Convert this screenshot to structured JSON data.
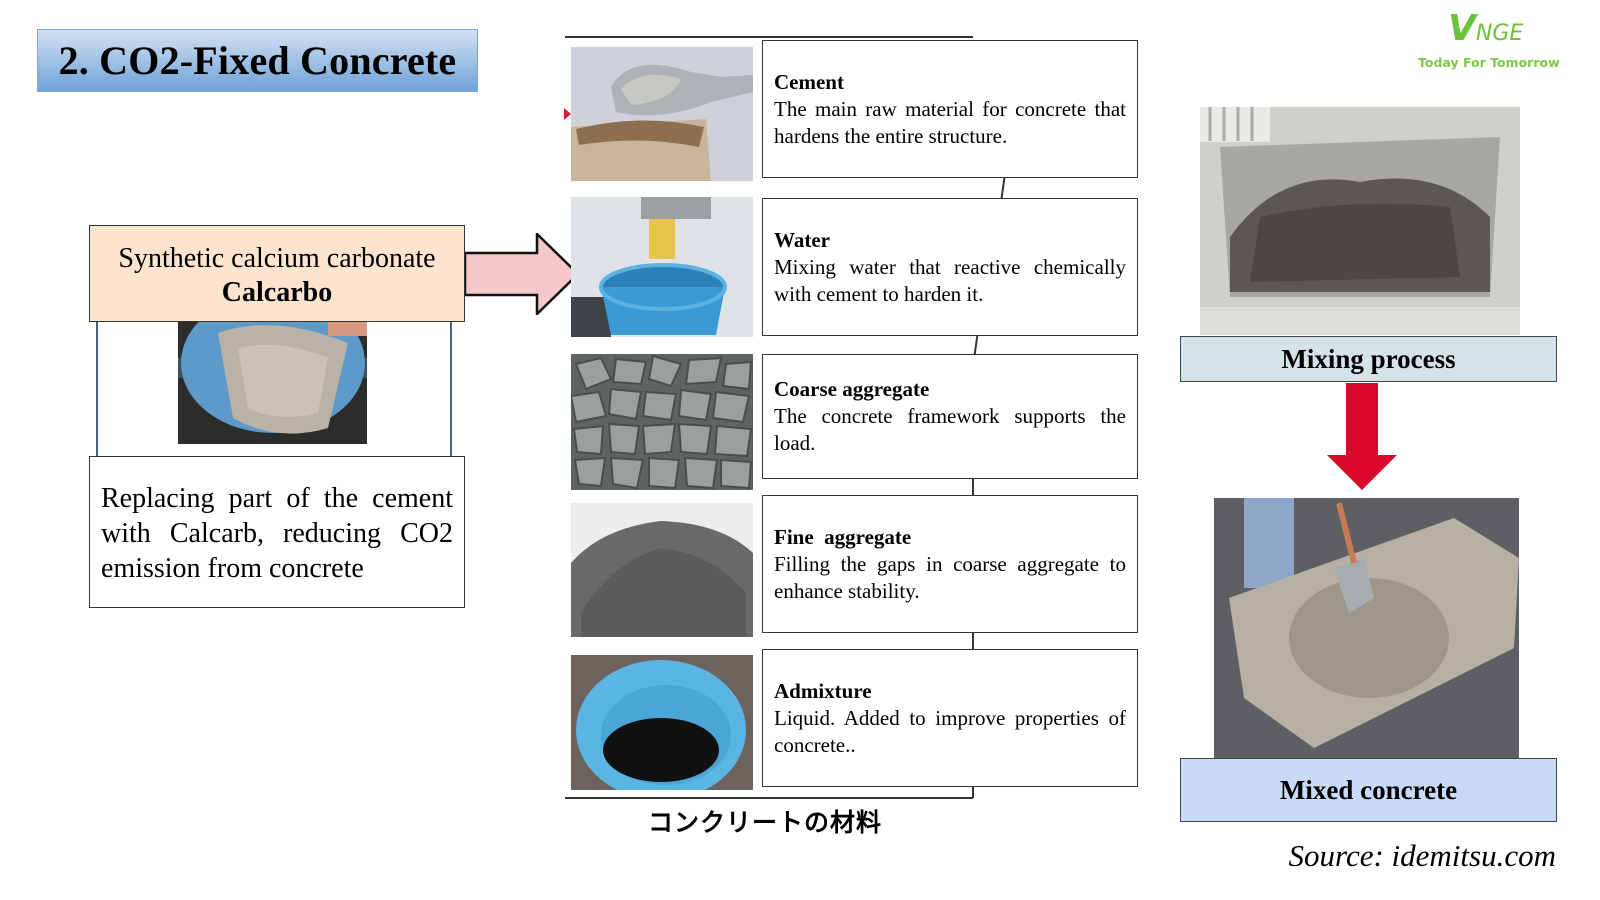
{
  "slide": {
    "title": "2. CO2-Fixed Concrete"
  },
  "logo": {
    "brand_initial": "V",
    "brand_rest": "NGE",
    "tagline": "Today For Tomorrow",
    "color": "#6cc23a"
  },
  "calcarbo": {
    "label_line1": "Synthetic calcium carbonate",
    "label_line2": "Calcarbo",
    "label_bg": "#fce4cf",
    "description": "Replacing part of the cement with Calcarb, reducing CO2 emission from concrete",
    "photo_icon": "powder-bucket-photo"
  },
  "materials": {
    "caption": "コンクリートの材料",
    "items": [
      {
        "name": "Cement",
        "description": "The main raw material for concrete that hardens the entire structure.",
        "photo": "cement-scoop-photo"
      },
      {
        "name": "Water",
        "description": "Mixing water that reactive chemically with cement to harden it.",
        "photo": "water-bucket-photo"
      },
      {
        "name": "Coarse aggregate",
        "description": "The concrete framework supports the load.",
        "photo": "gravel-photo"
      },
      {
        "name": "Fine  aggregate",
        "description": "Filling the gaps in coarse aggregate to enhance stability.",
        "photo": "sand-photo"
      },
      {
        "name": "Admixture",
        "description": "Liquid. Added to improve properties of concrete..",
        "photo": "admixture-bucket-photo"
      }
    ]
  },
  "process": {
    "mixing_label": "Mixing process",
    "mixing_label_bg": "#d6e3e6",
    "mixed_label": "Mixed concrete",
    "mixed_label_bg": "#c9daf6",
    "arrow_color": "#d9082b"
  },
  "source": "Source: idemitsu.com"
}
